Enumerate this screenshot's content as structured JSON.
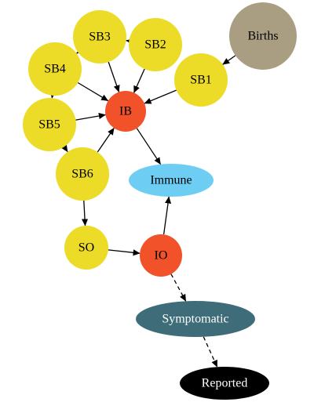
{
  "colors": {
    "susceptible": "#ecdc27",
    "infected": "#f1522a",
    "births": "#aa9e82",
    "immune": "#6ecdf3",
    "symptomatic": "#3e6c78",
    "reported": "#000000",
    "edge": "#000000"
  },
  "nodes": {
    "births": {
      "label": "Births",
      "color": "#aa9e82",
      "text_color": "#000000"
    },
    "sb1": {
      "label": "SB1",
      "color": "#ecdc27",
      "text_color": "#000000"
    },
    "sb2": {
      "label": "SB2",
      "color": "#ecdc27",
      "text_color": "#000000"
    },
    "sb3": {
      "label": "SB3",
      "color": "#ecdc27",
      "text_color": "#000000"
    },
    "sb4": {
      "label": "SB4",
      "color": "#ecdc27",
      "text_color": "#000000"
    },
    "sb5": {
      "label": "SB5",
      "color": "#ecdc27",
      "text_color": "#000000"
    },
    "sb6": {
      "label": "SB6",
      "color": "#ecdc27",
      "text_color": "#000000"
    },
    "ib": {
      "label": "IB",
      "color": "#f1522a",
      "text_color": "#000000"
    },
    "immune": {
      "label": "Immune",
      "color": "#6ecdf3",
      "text_color": "#000000"
    },
    "so": {
      "label": "SO",
      "color": "#ecdc27",
      "text_color": "#000000"
    },
    "io": {
      "label": "IO",
      "color": "#f1522a",
      "text_color": "#000000"
    },
    "symptomatic": {
      "label": "Symptomatic",
      "color": "#3e6c78",
      "text_color": "#ffffff"
    },
    "reported": {
      "label": "Reported",
      "color": "#000000",
      "text_color": "#ffffff"
    }
  },
  "edges": [
    {
      "from": "births",
      "to": "sb1",
      "style": "solid"
    },
    {
      "from": "sb1",
      "to": "ib",
      "style": "solid"
    },
    {
      "from": "sb2",
      "to": "ib",
      "style": "solid"
    },
    {
      "from": "sb3",
      "to": "ib",
      "style": "solid"
    },
    {
      "from": "sb4",
      "to": "ib",
      "style": "solid"
    },
    {
      "from": "sb5",
      "to": "ib",
      "style": "solid"
    },
    {
      "from": "sb6",
      "to": "ib",
      "style": "solid"
    },
    {
      "from": "sb2",
      "to": "sb3",
      "style": "solid"
    },
    {
      "from": "sb3",
      "to": "sb4",
      "style": "solid"
    },
    {
      "from": "sb4",
      "to": "sb5",
      "style": "solid"
    },
    {
      "from": "sb5",
      "to": "sb6",
      "style": "solid"
    },
    {
      "from": "sb6",
      "to": "so",
      "style": "solid"
    },
    {
      "from": "so",
      "to": "io",
      "style": "solid"
    },
    {
      "from": "ib",
      "to": "immune",
      "style": "solid"
    },
    {
      "from": "io",
      "to": "immune",
      "style": "solid"
    },
    {
      "from": "io",
      "to": "symptomatic",
      "style": "dashed"
    },
    {
      "from": "symptomatic",
      "to": "reported",
      "style": "dashed"
    }
  ]
}
